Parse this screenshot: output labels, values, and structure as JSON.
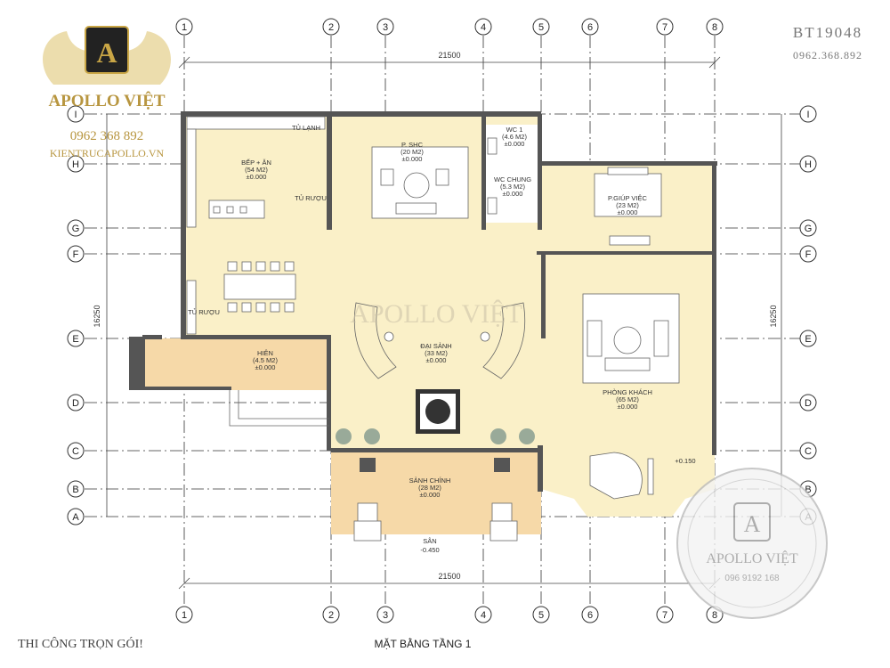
{
  "project_code": "BT19048",
  "phone_top_right": "0962.368.892",
  "brand": {
    "name": "APOLLO VIỆT",
    "phone": "0962 368 892",
    "website": "KIENTRUCAPOLLO.VN",
    "letter": "A"
  },
  "watermark": "APOLLO VIỆT",
  "seal": {
    "name": "APOLLO VIỆT",
    "phone": "096 9192 168",
    "letter": "A"
  },
  "footer_left": "THI CÔNG TRỌN GÓI!",
  "drawing_title": "MẶT BẰNG TẦNG 1",
  "dimensions": {
    "width": "21500",
    "depth": "16250"
  },
  "grid_cols": [
    "1",
    "2",
    "3",
    "4",
    "5",
    "6",
    "7",
    "8"
  ],
  "grid_rows": [
    "I",
    "H",
    "G",
    "F",
    "E",
    "D",
    "C",
    "B",
    "A"
  ],
  "rooms": {
    "kitchen": {
      "name": "BẾP + ĂN",
      "area": "(54 M2)",
      "level": "±0.000"
    },
    "fridge": "TỦ LẠNH",
    "wine1": "TỦ RƯỢU",
    "wine2": "TỦ RƯỢU",
    "shc": {
      "name": "P. SHC",
      "area": "(20 M2)",
      "level": "±0.000"
    },
    "wc1": {
      "name": "WC 1",
      "area": "(4.6 M2)",
      "level": "±0.000"
    },
    "wc_common": {
      "name": "WC CHUNG",
      "area": "(5.3 M2)",
      "level": "±0.000"
    },
    "helper": {
      "name": "P.GIÚP VIỆC",
      "area": "(23 M2)",
      "level": "±0.000"
    },
    "hall": {
      "name": "ĐẠI SẢNH",
      "area": "(33 M2)",
      "level": "±0.000"
    },
    "porch_side": {
      "name": "HIÊN",
      "area": "(4.5 M2)",
      "level": "±0.000"
    },
    "living": {
      "name": "PHÒNG KHÁCH",
      "area": "(65 M2)",
      "level": "±0.000"
    },
    "main_lobby": {
      "name": "SẢNH CHÍNH",
      "area": "(28 M2)",
      "level": "±0.000"
    },
    "yard": {
      "name": "SÂN",
      "level": "-0.450"
    },
    "step_level": "+0.150"
  }
}
